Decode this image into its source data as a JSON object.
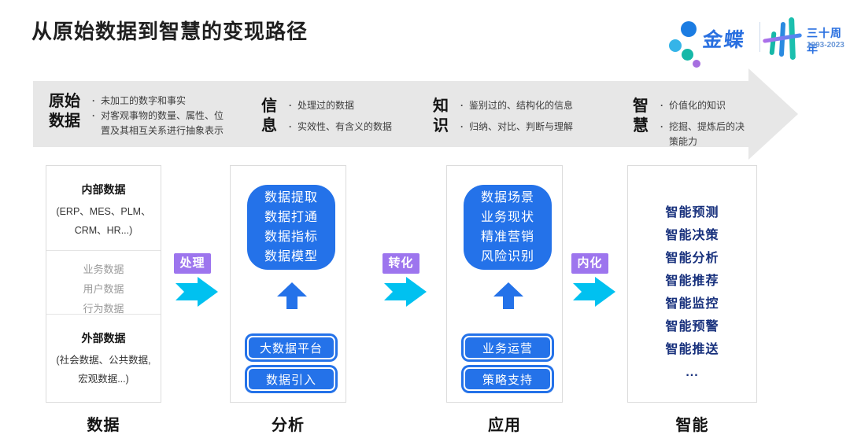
{
  "title": "从原始数据到智慧的变现路径",
  "logo": {
    "brand": "金蝶",
    "anniversary": "三十周年",
    "years": "1993-2023"
  },
  "banner": {
    "stages": [
      {
        "name_line1": "原始",
        "name_line2": "数据",
        "bullets": [
          "未加工的数字和事实",
          "对客观事物的数量、属性、位置及其相互关系进行抽象表示"
        ]
      },
      {
        "name_line1": "信",
        "name_line2": "息",
        "bullets": [
          "处理过的数据",
          "实效性、有含义的数据"
        ]
      },
      {
        "name_line1": "知",
        "name_line2": "识",
        "bullets": [
          "鉴别过的、结构化的信息",
          "归纳、对比、判断与理解"
        ]
      },
      {
        "name_line1": "智",
        "name_line2": "慧",
        "bullets": [
          "价值化的知识",
          "挖掘、提炼后的决策能力"
        ]
      }
    ]
  },
  "flow_labels": [
    "处理",
    "转化",
    "内化"
  ],
  "columns": [
    {
      "label": "数据",
      "sections": [
        {
          "heading": "内部数据",
          "detail_line1": "(ERP、MES、PLM、",
          "detail_line2": "CRM、HR...)"
        },
        {
          "items": [
            "业务数据",
            "用户数据",
            "行为数据"
          ]
        },
        {
          "heading": "外部数据",
          "detail_line1": "(社会数据、公共数据,",
          "detail_line2": "宏观数据...)"
        }
      ]
    },
    {
      "label": "分析",
      "main_box": [
        "数据提取",
        "数据打通",
        "数据指标",
        "数据模型"
      ],
      "buttons": [
        "大数据平台",
        "数据引入"
      ]
    },
    {
      "label": "应用",
      "main_box": [
        "数据场景",
        "业务现状",
        "精准营销",
        "风险识别"
      ],
      "buttons": [
        "业务运营",
        "策略支持"
      ]
    },
    {
      "label": "智能",
      "items": [
        "智能预测",
        "智能决策",
        "智能分析",
        "智能推荐",
        "智能监控",
        "智能预警",
        "智能推送",
        "..."
      ]
    }
  ],
  "colors": {
    "blue": "#2472e9",
    "navy": "#17307c",
    "cyan": "#00c1f0",
    "purple": "#9d75ee",
    "banner_gray": "#e7e7e7",
    "brand_blue": "#2a70e0"
  }
}
